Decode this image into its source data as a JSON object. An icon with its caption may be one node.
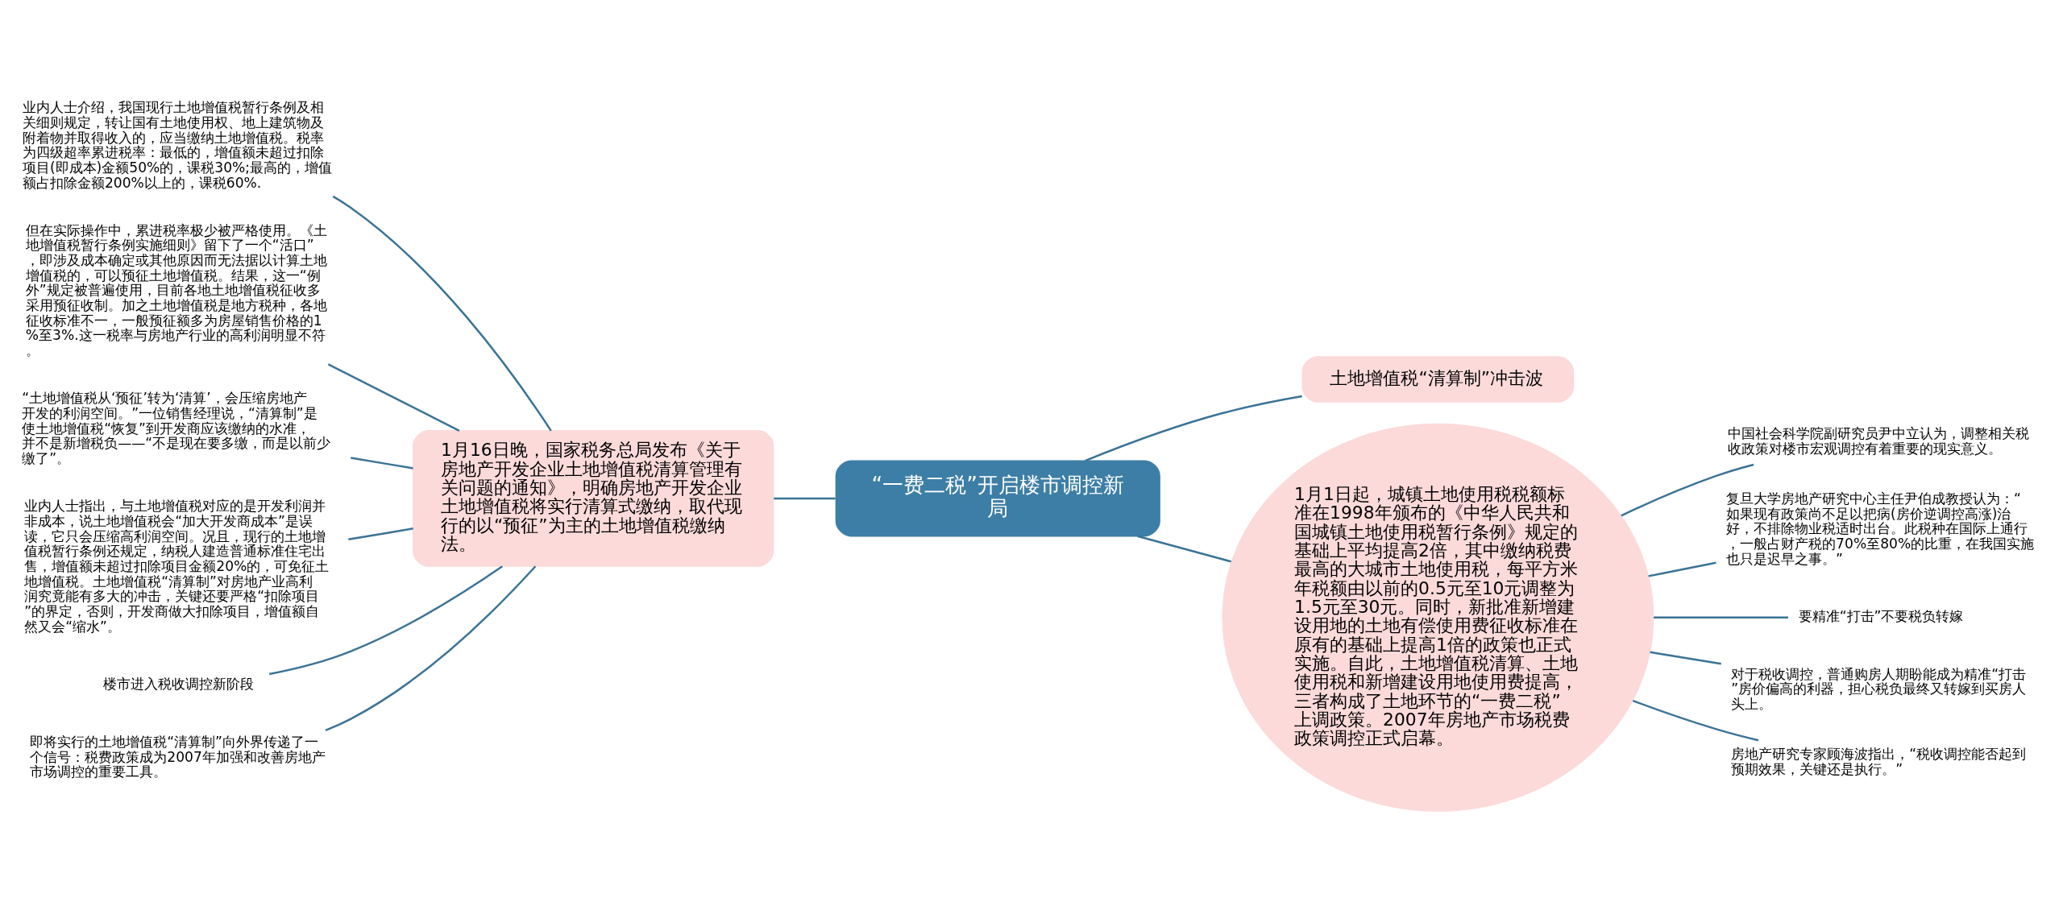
{
  "diagram": {
    "nodes": [
      {
        "text": [
          "“一费二税”开启楼市调控新局"
        ]
      },
      {
        "text": [
          "1月16日晚，国家税务总局发布《关于房地产开发企业土地增值税清算管理有关问题的通知》，明确房地产开发企业土地增值税将实行清算式缴纳，取代现行的以“预征”为主的土地增值税缴纳法。"
        ]
      },
      {
        "text": [
          "业内人士介绍，我国现行土地增值税暂行条例及相关细则规定，转让国有土地使用权、地上建筑物及附着物并取得收入的，应当缴纳土地增值税。税率为四级超率累进税率：最低的，增值额未超过扣除项目(即成本)金额50%的，课税30%;最高的，增值额占扣除金额200%以上的，课税60%."
        ]
      },
      {
        "text": [
          "但在实际操作中，累进税率极少被严格使用。《土地增值税暂行条例实施细则》留下了一个“活口”，即涉及成本确定或其他原因而无法据以计算土地增值税的，可以预征土地增值税。结果，这一“例外”规定被普遍使用，目前各地土地增值税征收多采用预征收制。加之土地增值税是地方税种，各地征收标准不一，一般预征额多为房屋销售价格的1%至3%.这一税率与房地产行业的高利润明显不符。"
        ]
      },
      {
        "text": [
          "“土地增值税从‘预征’转为‘清算’，会压缩房地产开发的利润空间。”一位销售经理说，“清算制”是使土地增值税“恢复”到开发商应该缴纳的水准，并不是新增税负——“不是现在要多缴，而是以前少缴了”。"
        ]
      },
      {
        "text": [
          "业内人士指出，与土地增值税对应的是开发利润并非成本，说土地增值税会“加大开发商成本”是误读，它只会压缩高利润空间。况且，现行的土地增值税暂行条例还规定，纳税人建造普通标准住宅出售，增值额未超过扣除项目金额20%的，可免征土地增值税。土地增值税“清算制”对房地产业高利润究竟能有多大的冲击，关键还要严格“扣除项目”的界定，否则，开发商做大扣除项目，增值额自然又会“缩水”。"
        ]
      },
      {
        "text": [
          "楼市进入税收调控新阶段"
        ]
      },
      {
        "text": [
          "即将实行的土地增值税“清算制”向外界传递了一个信号：税费政策成为2007年加强和改善房地产市场调控的重要工具。"
        ]
      },
      {
        "text": [
          "土地增值税“清算制”冲击波"
        ]
      },
      {
        "text": [
          "1月1日起，城镇土地使用税税额标准在1998年颁布的《中华人民共和国城镇土地使用税暂行条例》规定的基础上平均提高2倍，其中缴纳税费最高的大城市土地使用税，每平方米年税额由以前的0.5元至10元调整为1.5元至30元。同时，新批准新增建设用地的土地有偿使用费征收标准在原有的基础上提高1倍的政策也正式实施。自此，土地增值税清算、土地使用税和新增建设用地使用费提高，三者构成了土地环节的“一费二税”上调政策。2007年房地产市场税费政策调控正式启幕。"
        ]
      },
      {
        "text": [
          "中国社会科学院副研究员尹中立认为，调整相关税收政策对楼市宏观调控有着重要的现实意义。"
        ]
      },
      {
        "text": [
          "复旦大学房地产研究中心主任尹伯成教授认为：“如果现有政策尚不足以把病(房价逆调控高涨)治好，不排除物业税适时出台。此税种在国际上通行，一般占财产税的70%至80%的比重，在我国实施也只是迟早之事。”"
        ]
      },
      {
        "text": [
          "要精准“打击”不要税负转嫁"
        ]
      },
      {
        "text": [
          "对于税收调控，普通购房人期盼能成为精准“打击”房价偏高的利器，担心税负最终又转嫁到买房人头上。"
        ]
      },
      {
        "text": [
          "房地产研究专家顾海波指出，“税收调控能否起到预期效果，关键还是执行。”"
        ]
      }
    ],
    "edges": [
      {
        "from": 0,
        "to": 1,
        "arrow": "none"
      },
      {
        "from": 1,
        "to": 2,
        "arrow": "none"
      },
      {
        "from": 1,
        "to": 3,
        "arrow": "none"
      },
      {
        "from": 1,
        "to": 4,
        "arrow": "none"
      },
      {
        "from": 1,
        "to": 5,
        "arrow": "none"
      },
      {
        "from": 1,
        "to": 6,
        "arrow": "none"
      },
      {
        "from": 1,
        "to": 7,
        "arrow": "none"
      },
      {
        "from": 0,
        "to": 8,
        "arrow": "none"
      },
      {
        "from": 0,
        "to": 9,
        "arrow": "none"
      },
      {
        "from": 9,
        "to": 10,
        "arrow": "none"
      },
      {
        "from": 9,
        "to": 11,
        "arrow": "none"
      },
      {
        "from": 9,
        "to": 12,
        "arrow": "none"
      },
      {
        "from": 9,
        "to": 13,
        "arrow": "none"
      },
      {
        "from": 9,
        "to": 14,
        "arrow": "none"
      }
    ]
  }
}
